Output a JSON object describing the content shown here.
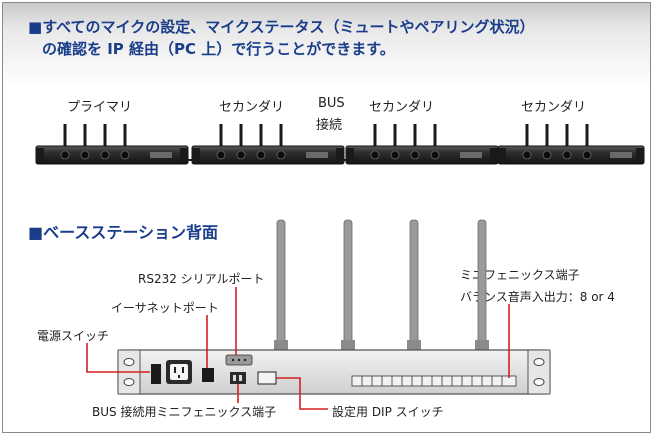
{
  "header": {
    "line1_square": "■",
    "line1": "すべてのマイクの設定、マイクステータス（ミュートやペアリング状況）",
    "line2": "の確認を IP 経由（PC 上）で行うことができます。"
  },
  "chain": {
    "units": [
      "プライマリ",
      "セカンダリ",
      "セカンダリ",
      "セカンダリ"
    ],
    "bus_label_1": "BUS",
    "bus_label_2": "接続"
  },
  "rear": {
    "title_square": "■",
    "title": "ベースステーション背面",
    "callouts": {
      "rs232": "RS232 シリアルポート",
      "ethernet": "イーサネットポート",
      "power": "電源スイッチ",
      "bus_port": "BUS 接続用ミニフェニックス端子",
      "dip": "設定用 DIP スイッチ",
      "phoenix_1": "ミニフェニックス端子",
      "phoenix_2": "バランス音声入出力：8 or 4"
    }
  },
  "colors": {
    "heading": "#1a3d8a",
    "callout_line": "#d32020",
    "device_dark": "#2b2b2b",
    "panel_border": "#8a8a8a"
  }
}
